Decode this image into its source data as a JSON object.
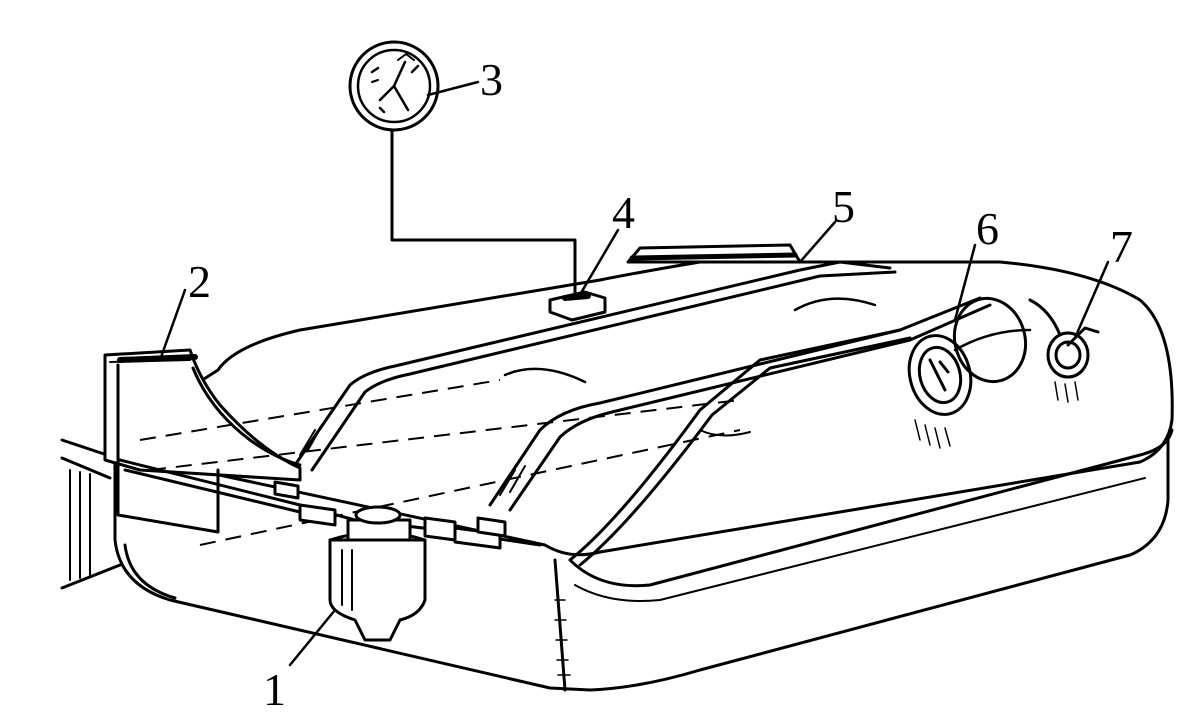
{
  "diagram": {
    "callouts": [
      {
        "id": "1",
        "text": "1"
      },
      {
        "id": "2",
        "text": "2"
      },
      {
        "id": "3",
        "text": "3"
      },
      {
        "id": "4",
        "text": "4"
      },
      {
        "id": "5",
        "text": "5"
      },
      {
        "id": "6",
        "text": "6"
      },
      {
        "id": "7",
        "text": "7"
      }
    ]
  },
  "colors": {
    "ink": "#000000",
    "paper": "#ffffff"
  }
}
